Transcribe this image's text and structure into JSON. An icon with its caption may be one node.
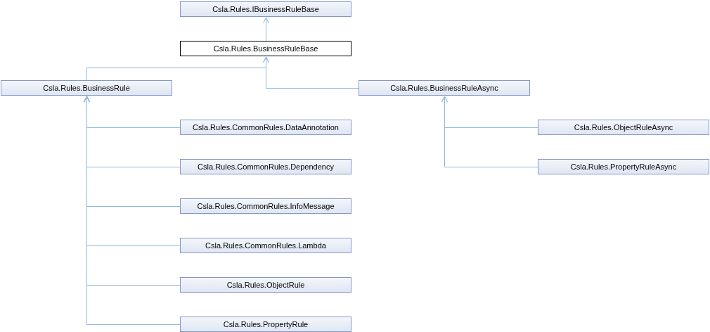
{
  "diagram": {
    "nodes": [
      {
        "text": [
          "Csla.Rules.IBusinessRuleBase"
        ]
      },
      {
        "text": [
          "Csla.Rules.BusinessRuleBase"
        ]
      },
      {
        "text": [
          "Csla.Rules.BusinessRule"
        ]
      },
      {
        "text": [
          "Csla.Rules.BusinessRuleAsync"
        ]
      },
      {
        "text": [
          "Csla.Rules.CommonRules.DataAnnotation"
        ]
      },
      {
        "text": [
          "Csla.Rules.CommonRules.Dependency"
        ]
      },
      {
        "text": [
          "Csla.Rules.CommonRules.InfoMessage"
        ]
      },
      {
        "text": [
          "Csla.Rules.CommonRules.Lambda"
        ]
      },
      {
        "text": [
          "Csla.Rules.ObjectRule"
        ]
      },
      {
        "text": [
          "Csla.Rules.PropertyRule"
        ]
      },
      {
        "text": [
          "Csla.Rules.ObjectRuleAsync"
        ]
      },
      {
        "text": [
          "Csla.Rules.PropertyRuleAsync"
        ]
      }
    ],
    "edges": [
      {
        "from": 1,
        "to": 0,
        "arrow": "to"
      },
      {
        "from": 2,
        "to": 1,
        "arrow": "to"
      },
      {
        "from": 3,
        "to": 1,
        "arrow": "to"
      },
      {
        "from": 4,
        "to": 2,
        "arrow": "to"
      },
      {
        "from": 5,
        "to": 2,
        "arrow": "to"
      },
      {
        "from": 6,
        "to": 2,
        "arrow": "to"
      },
      {
        "from": 7,
        "to": 2,
        "arrow": "to"
      },
      {
        "from": 8,
        "to": 2,
        "arrow": "to"
      },
      {
        "from": 9,
        "to": 2,
        "arrow": "to"
      },
      {
        "from": 10,
        "to": 3,
        "arrow": "to"
      },
      {
        "from": 11,
        "to": 3,
        "arrow": "to"
      }
    ]
  }
}
